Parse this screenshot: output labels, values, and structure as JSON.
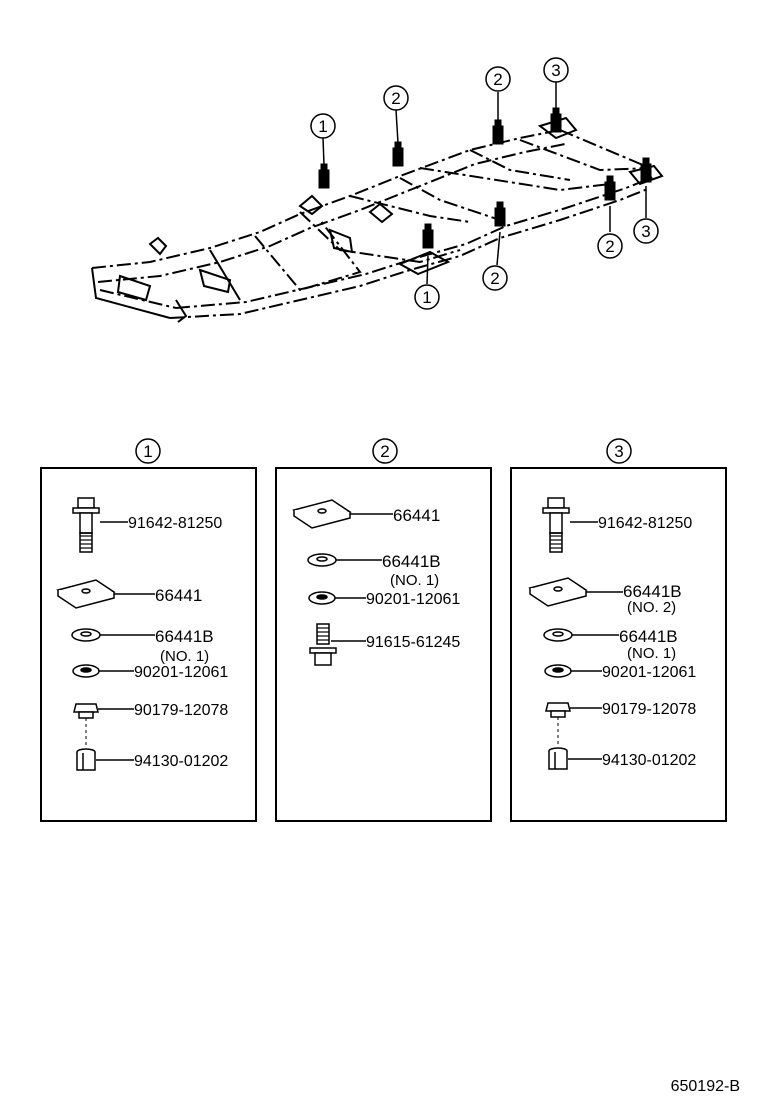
{
  "diagram_code": "650192-B",
  "callouts": {
    "frame_1a": "1",
    "frame_2a": "2",
    "frame_2b": "2",
    "frame_3a": "3",
    "frame_3b": "3",
    "frame_2c": "2",
    "frame_1b": "1",
    "frame_2d": "2"
  },
  "panels": [
    {
      "number": "1",
      "parts": [
        {
          "code": "91642-81250"
        },
        {
          "code": "66441"
        },
        {
          "code": "66441B",
          "note": "(NO. 1)"
        },
        {
          "code": "90201-12061"
        },
        {
          "code": "90179-12078"
        },
        {
          "code": "94130-01202"
        }
      ]
    },
    {
      "number": "2",
      "parts": [
        {
          "code": "66441"
        },
        {
          "code": "66441B",
          "note": "(NO. 1)"
        },
        {
          "code": "90201-12061"
        },
        {
          "code": "91615-61245"
        }
      ]
    },
    {
      "number": "3",
      "parts": [
        {
          "code": "91642-81250"
        },
        {
          "code": "66441B",
          "note": "(NO. 2)"
        },
        {
          "code": "66441B",
          "note": "(NO. 1)"
        },
        {
          "code": "90201-12061"
        },
        {
          "code": "90179-12078"
        },
        {
          "code": "94130-01202"
        }
      ]
    }
  ]
}
